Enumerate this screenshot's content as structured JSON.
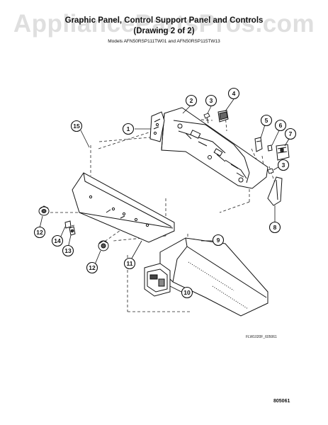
{
  "watermark": "AppliancePartsPros.com",
  "title_line1": "Graphic Panel, Control Support Panel and Controls",
  "title_line2": "(Drawing 2 of 2)",
  "title_line3": "Models AFN50RSP111TW01 and AFN50RSP115TW13",
  "drawing_code": "FLW1020F_605061",
  "page_code": "805061",
  "callouts": [
    "1",
    "2",
    "3",
    "4",
    "5",
    "6",
    "7",
    "3",
    "8",
    "9",
    "10",
    "11",
    "12",
    "13",
    "14",
    "12",
    "15"
  ]
}
